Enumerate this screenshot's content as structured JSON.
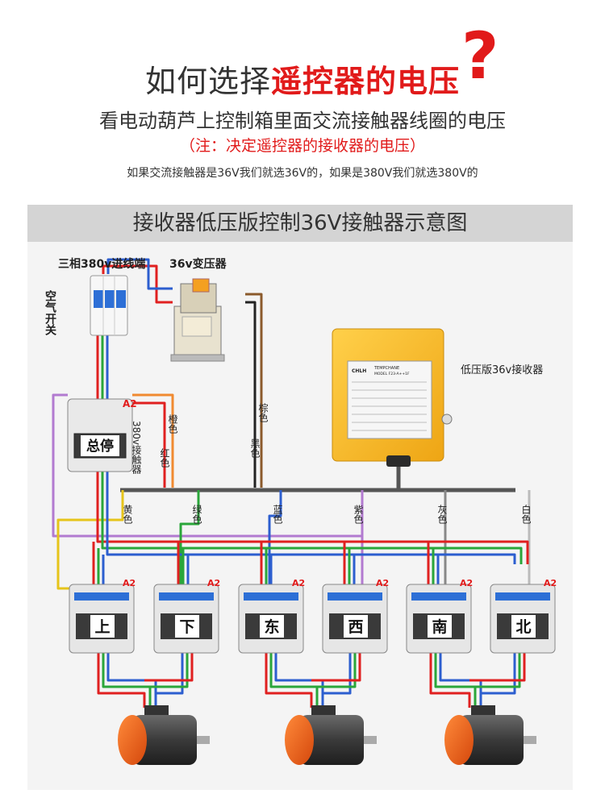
{
  "header": {
    "title_plain": "如何选择",
    "title_accent": "遥控器的电压",
    "question_mark": "?",
    "subtitle": "看电动葫芦上控制箱里面交流接触器线圈的电压",
    "note": "（注：决定遥控器的接收器的电压）",
    "description": "如果交流接触器是36V我们就选36V的，如果是380V我们就选380V的"
  },
  "banner": {
    "title": "接收器低压版控制36V接触器示意图"
  },
  "diagram": {
    "labels": {
      "three_phase_input": "三相380v进线端",
      "transformer": "36v变压器",
      "air_switch": "空气开关",
      "receiver": "低压版36v接收器",
      "main_contactor_side": "380v接触器",
      "main_contactor_face": "总停",
      "a2": "A2"
    },
    "wire_colors": {
      "orange": "橙色",
      "red": "红色",
      "brown": "棕色",
      "black": "黑色",
      "yellow": "黄色",
      "green": "绿色",
      "blue": "蓝色",
      "purple": "紫色",
      "gray": "灰色",
      "white": "白色"
    },
    "contactors": [
      "上",
      "下",
      "东",
      "西",
      "南",
      "北"
    ],
    "receiver_panel": {
      "brand": "CHLH",
      "model": "TEMPCHANE",
      "model_line": "MODEL F23-A++1F"
    },
    "colors": {
      "accent_red": "#e11a1a",
      "receiver_yellow": "#f6b81b",
      "motor_orange": "#f26a1b",
      "wire_red": "#e02020",
      "wire_green": "#2aa63a",
      "wire_blue": "#2c5ecf",
      "wire_purple": "#b27ad0",
      "wire_orange": "#f08a30"
    }
  }
}
